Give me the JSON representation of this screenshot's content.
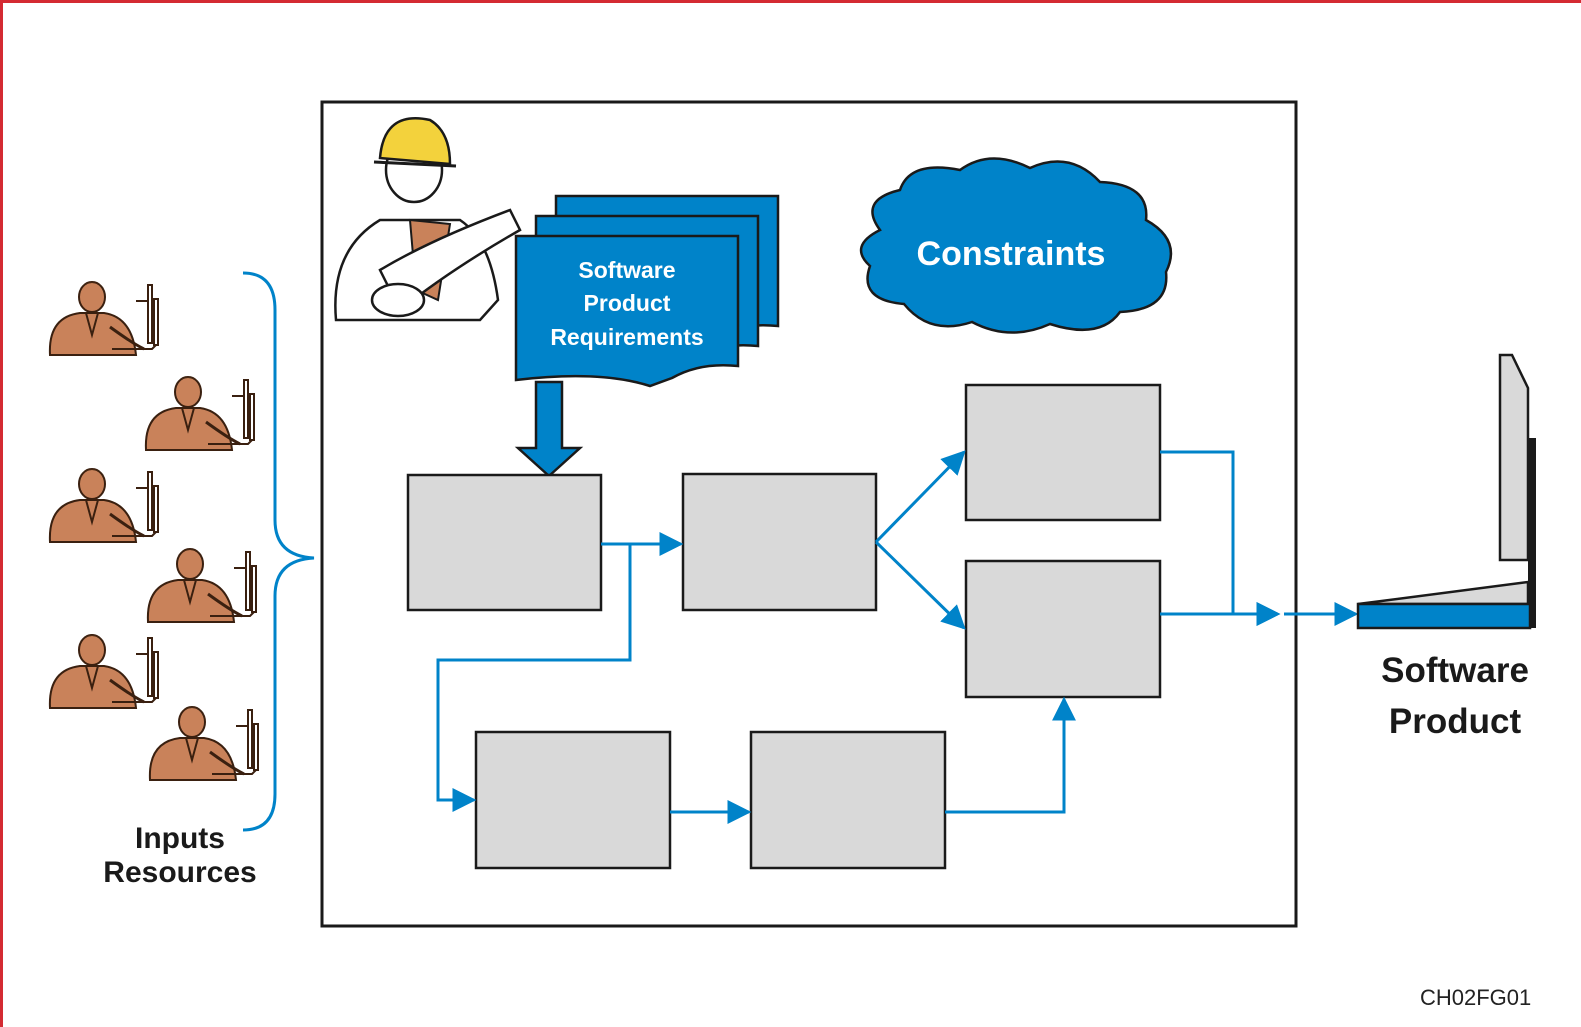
{
  "inputs_label": [
    "Inputs",
    "Resources"
  ],
  "requirements_label": [
    "Software",
    "Product",
    "Requirements"
  ],
  "constraints_label": "Constraints",
  "product_label": [
    "Software",
    "Product"
  ],
  "figure_code": "CH02FG01",
  "colors": {
    "frame": "#d42a32",
    "accent_blue": "#0083c9",
    "box_fill": "#d9d9d9",
    "box_stroke": "#1a1a1a",
    "person_skin": "#c9825a"
  },
  "icons": {
    "worker": "engineer-with-hardhat-icon",
    "developer": "person-at-computer-icon",
    "laptop": "laptop-icon",
    "cloud": "cloud-icon",
    "documents": "document-stack-icon"
  },
  "process_boxes": [
    "process-box-1",
    "process-box-2",
    "process-box-3",
    "process-box-4",
    "process-box-5",
    "process-box-6"
  ]
}
